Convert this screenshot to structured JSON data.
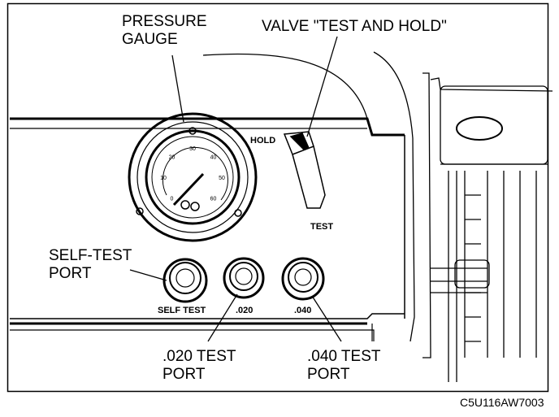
{
  "callouts": {
    "pressure_gauge_line1": "PRESSURE",
    "pressure_gauge_line2": "GAUGE",
    "valve": "VALVE \"TEST AND HOLD\"",
    "self_test_line1": "SELF-TEST",
    "self_test_line2": "PORT",
    "p020_line1": ".020 TEST",
    "p020_line2": "PORT",
    "p040_line1": ".040 TEST",
    "p040_line2": "PORT"
  },
  "panel_labels": {
    "hold": "HOLD",
    "test": "TEST",
    "self_test": "SELF TEST",
    "p020": ".020",
    "p040": ".040"
  },
  "gauge_ticks": [
    "0",
    "10",
    "20",
    "30",
    "40",
    "50",
    "60"
  ],
  "figure_code": "C5U116AW7003"
}
